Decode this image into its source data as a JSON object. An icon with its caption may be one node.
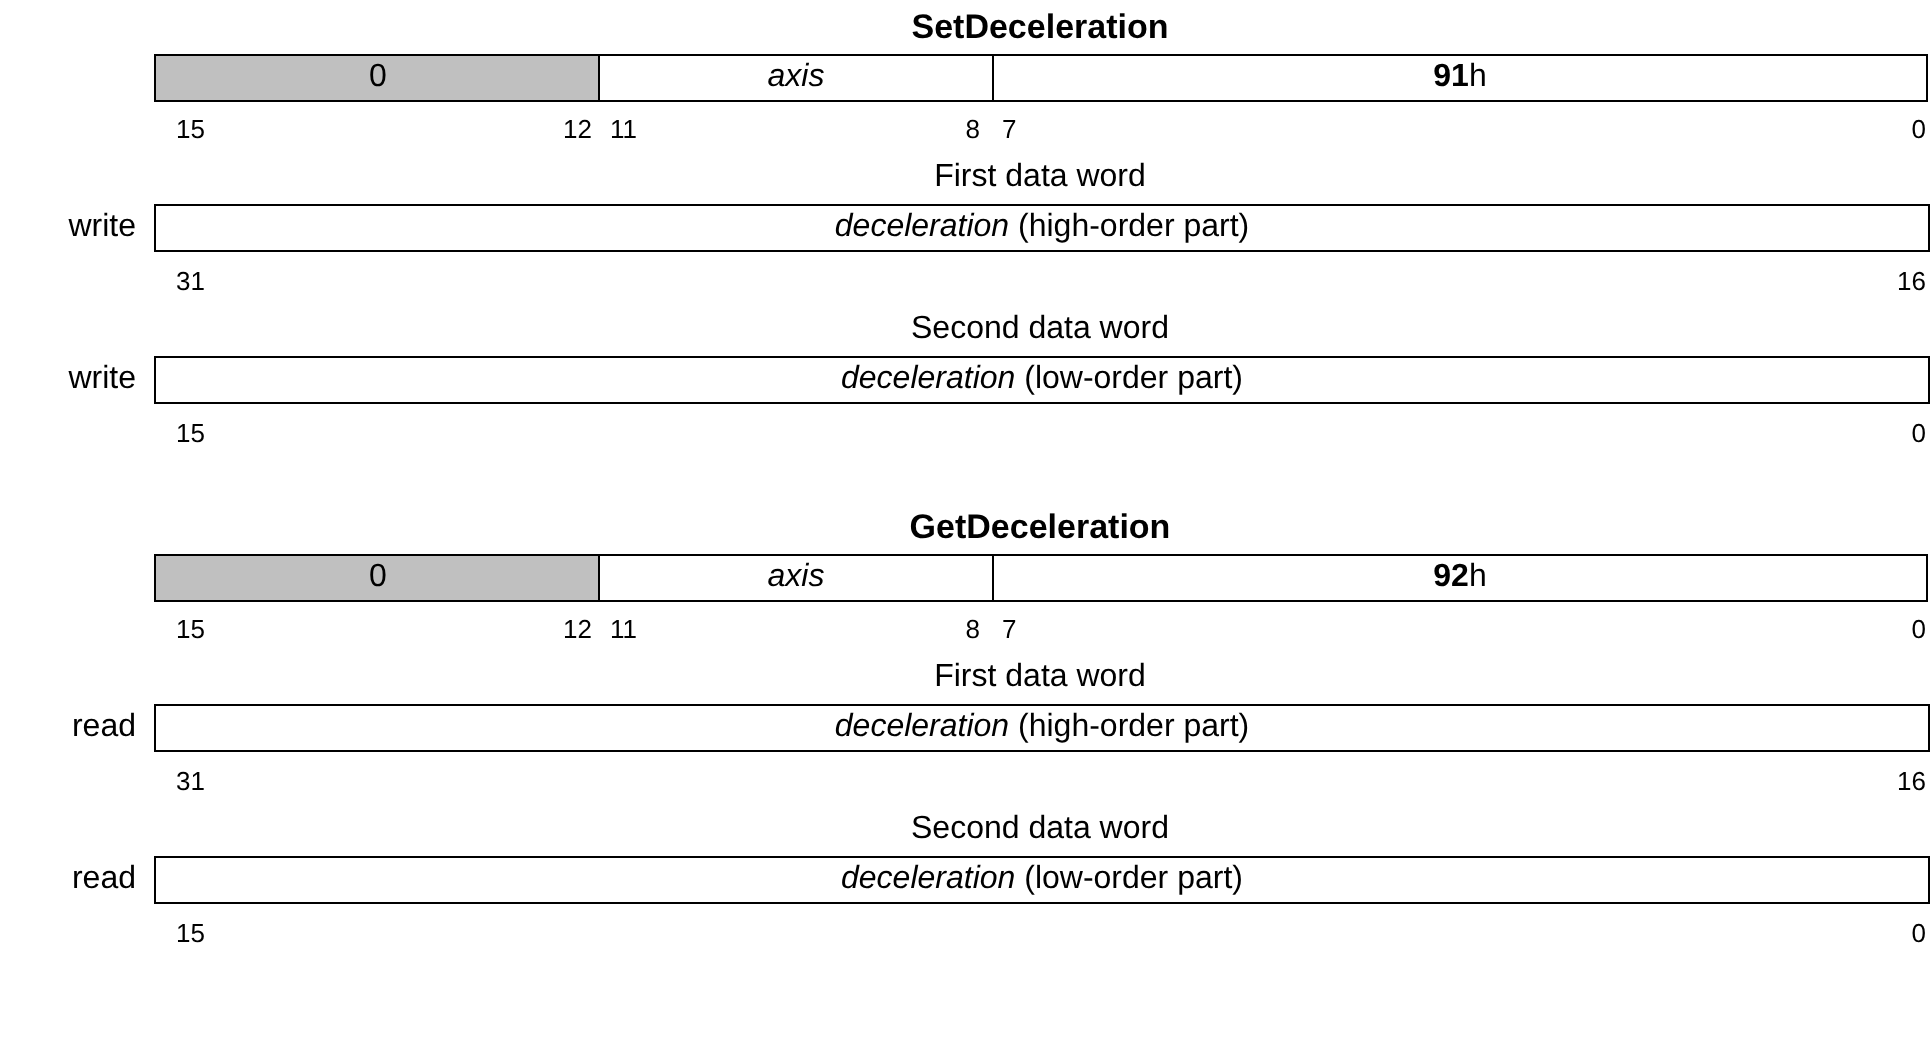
{
  "diagram": {
    "nodes": [
      {
        "text": [
          "0"
        ]
      },
      {
        "text": [
          "axis"
        ]
      },
      {
        "text": [
          "**91**h"
        ]
      },
      {
        "text": [
          "*deceleration* (high-order part)"
        ]
      },
      {
        "text": [
          "*deceleration* (low-order part)"
        ]
      },
      {
        "text": [
          "0"
        ]
      },
      {
        "text": [
          "axis"
        ]
      },
      {
        "text": [
          "**92**h"
        ]
      },
      {
        "text": [
          "*deceleration* (high-order part)"
        ]
      },
      {
        "text": [
          "*deceleration* (low-order part)"
        ]
      }
    ],
    "edges": [],
    "labels": [
      "SetDeceleration",
      "15",
      "12",
      "11",
      "8",
      "7",
      "0",
      "First data word",
      "write",
      "31",
      "16",
      "Second data word",
      "write",
      "15",
      "0",
      "GetDeceleration",
      "15",
      "12",
      "11",
      "8",
      "7",
      "0",
      "First data word",
      "read",
      "31",
      "16",
      "Second data word",
      "read",
      "15",
      "0"
    ]
  }
}
